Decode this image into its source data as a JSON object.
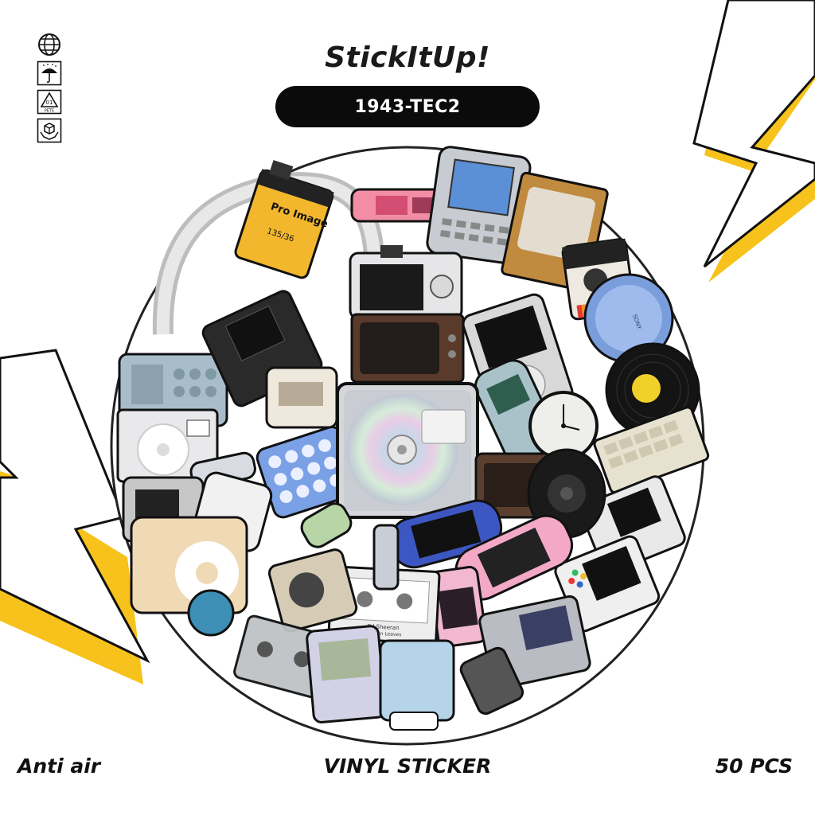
{
  "brand": {
    "name": "StickItUp!"
  },
  "product": {
    "code": "1943-TEC2"
  },
  "care_icons": [
    "globe-icon",
    "umbrella-rain-icon",
    "pete-01-recycle-icon",
    "fragile-box-hands-icon"
  ],
  "care_labels": {
    "pete_number": "01",
    "pete_text": "PETE"
  },
  "footer": {
    "left": "Anti air",
    "center": "VINYL STICKER",
    "right": "50 PCS"
  },
  "stickers": {
    "film_label": "Pro Image",
    "film_sub": "135/36",
    "cassette_artist": "Ed Sheeran",
    "cassette_album": "Autumn Leaves",
    "sony_text": "SONY"
  },
  "colors": {
    "accent_yellow": "#f7c21b",
    "ink": "#111111",
    "pill_bg": "#0b0b0b"
  }
}
